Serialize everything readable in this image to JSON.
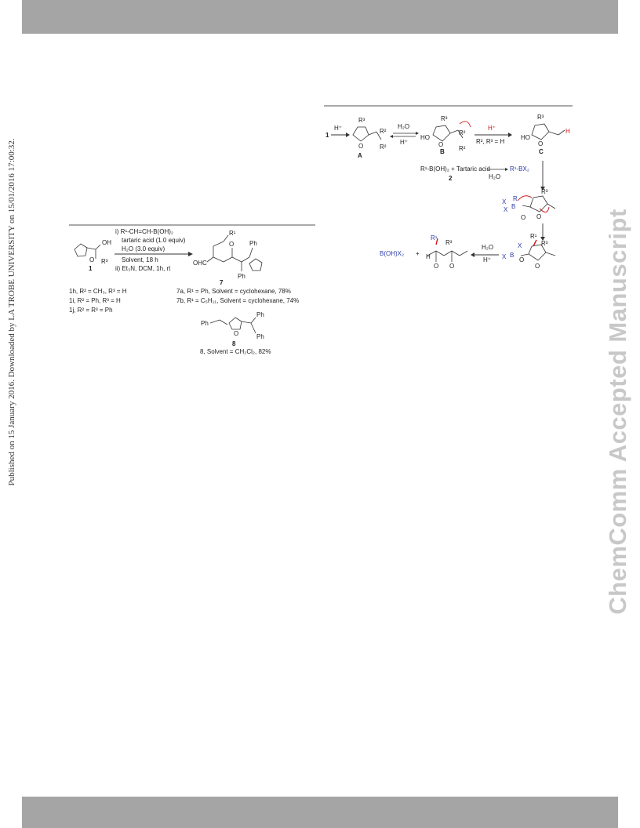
{
  "header_bar_color": "#a5a5a5",
  "left_margin_text": "Published on 15 January 2016. Downloaded by LA TROBE UNIVERSITY on 15/01/2016 17:00:32.",
  "watermark": "ChemComm Accepted Manuscript",
  "scheme_left": {
    "compound_label": "1",
    "oh_label": "OH",
    "r_labels": {
      "r3": "R³",
      "r2": "R²",
      "r1": "R¹",
      "ph": "Ph"
    },
    "conditions": [
      "i) R¹-CH=CH-B(OH)₂",
      "tartaric acid (1.0 equiv)",
      "H₂O (3.0 equiv)",
      "Solvent, 18 h",
      "ii) Et₃N, DCM, 1h, rt"
    ],
    "product_label": "7",
    "ohc_label": "OHC",
    "substrates": [
      "1h, R² = CH₃, R³ = H",
      "1i, R² = Ph, R³ = H",
      "1j, R² = R³ = Ph"
    ],
    "results": [
      "7a, R¹ = Ph, Solvent = cyclohexane, 78%",
      "7b, R¹ = C₅H₁₁, Solvent = cyclohexane, 74%"
    ],
    "product8_label": "8",
    "product8_result": "8, Solvent = CH₂Cl₂, 82%"
  },
  "scheme_right": {
    "start": "1",
    "h_plus": "H⁺",
    "water": "H₂O",
    "label_a": "A",
    "label_b": "B",
    "label_c": "C",
    "ho": "HO",
    "o": "O",
    "r2": "R²",
    "r3": "R³",
    "h_red": "H",
    "cond_c": "R², R³ = H",
    "reagent_line": "R¹-B(OH)₂ + Tartaric acid",
    "reagent_num": "2",
    "reagent_product": "R¹-BX₂",
    "x_label": "X",
    "b_label": "B",
    "r_label": "R",
    "r1_label": "R¹",
    "boron_product": "B(OH)X₂",
    "plus": "+"
  }
}
